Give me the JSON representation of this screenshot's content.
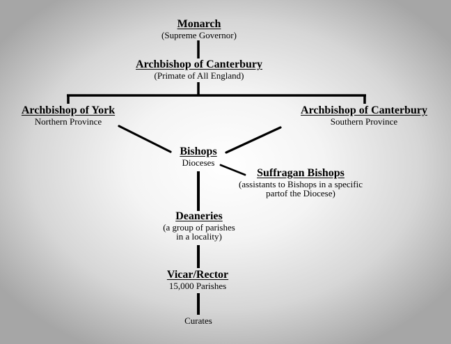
{
  "diagram": {
    "type": "organizational-hierarchy",
    "nodes": {
      "monarch": {
        "title": "Monarch",
        "subtitle": "(Supreme Governor)"
      },
      "archbishop_canterbury_primate": {
        "title": "Archbishop of Canterbury",
        "subtitle": "(Primate of All England)"
      },
      "archbishop_york": {
        "title": "Archbishop of York",
        "subtitle": "Northern Province"
      },
      "archbishop_canterbury_southern": {
        "title": "Archbishop of Canterbury",
        "subtitle": "Southern Province"
      },
      "bishops": {
        "title": "Bishops",
        "subtitle": "Dioceses"
      },
      "suffragan_bishops": {
        "title": "Suffragan Bishops",
        "subtitle_line1": "(assistants to Bishops in a specific",
        "subtitle_line2": "partof the Diocese)"
      },
      "deaneries": {
        "title": "Deaneries",
        "subtitle_line1": "(a group of parishes",
        "subtitle_line2": "in a locality)"
      },
      "vicar_rector": {
        "title": "Vicar/Rector",
        "subtitle": "15,000 Parishes"
      },
      "curates": {
        "label": "Curates"
      }
    },
    "edges": [
      [
        "monarch",
        "archbishop_canterbury_primate"
      ],
      [
        "archbishop_canterbury_primate",
        "archbishop_york"
      ],
      [
        "archbishop_canterbury_primate",
        "archbishop_canterbury_southern"
      ],
      [
        "archbishop_york",
        "bishops"
      ],
      [
        "archbishop_canterbury_southern",
        "bishops"
      ],
      [
        "bishops",
        "suffragan_bishops"
      ],
      [
        "bishops",
        "deaneries"
      ],
      [
        "deaneries",
        "vicar_rector"
      ],
      [
        "vicar_rector",
        "curates"
      ]
    ]
  }
}
